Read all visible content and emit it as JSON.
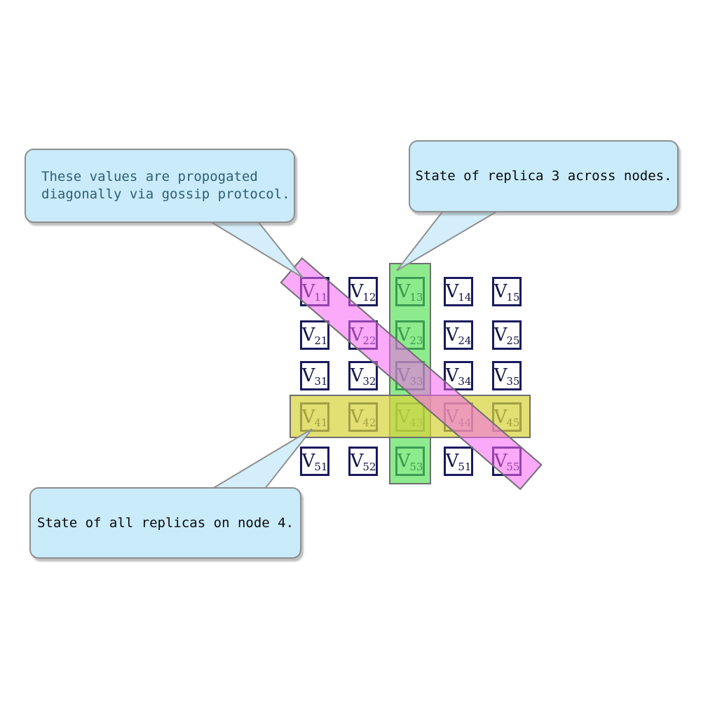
{
  "canvas": {
    "background": "#ffffff"
  },
  "matrix": {
    "symbol": "V",
    "rows": [
      [
        "11",
        "12",
        "13",
        "14",
        "15"
      ],
      [
        "21",
        "22",
        "23",
        "24",
        "25"
      ],
      [
        "31",
        "32",
        "33",
        "34",
        "35"
      ],
      [
        "41",
        "42",
        "43",
        "44",
        "45"
      ],
      [
        "51",
        "52",
        "53",
        "51",
        "55"
      ]
    ],
    "cell_border_color": "#1a1a5e",
    "cell_text_color": "#131347"
  },
  "highlights": {
    "replica3_column": {
      "fill": "rgba(80,225,80,0.65)",
      "border": "#6f6f6f"
    },
    "node4_row": {
      "fill": "rgba(215,212,60,0.72)",
      "border": "#6f6f6f"
    },
    "gossip_diagonal": {
      "fill": "rgba(246,100,242,0.55)",
      "border": "#6f6f6f"
    }
  },
  "callouts": {
    "bubble_fill": "#c9ebfa",
    "bubble_border": "#8f8f8f",
    "tail_fill": "rgba(205,236,250,0.85)",
    "gossip": {
      "line1": "These values are propogated",
      "line2": "diagonally via gossip protocol.",
      "text_color": "#2e5e70"
    },
    "replica3": {
      "text": "State of replica 3 across nodes.",
      "text_color": "#0a0a0a"
    },
    "node4": {
      "text": "State of all replicas on node 4.",
      "text_color": "#0a0a0a"
    }
  }
}
